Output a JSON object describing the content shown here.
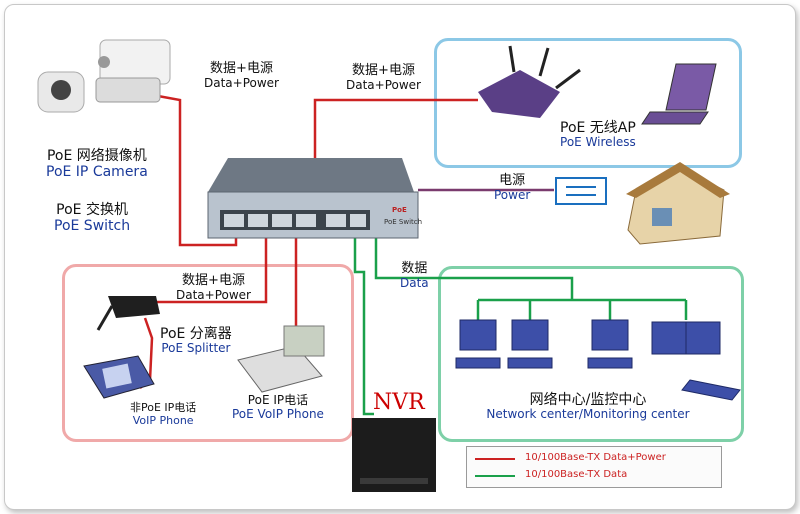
{
  "camera": {
    "cn": "PoE 网络摄像机",
    "en": "PoE IP Camera"
  },
  "switch": {
    "cn": "PoE 交换机",
    "en": "PoE Switch",
    "device_label": "PoE",
    "device_sub": "PoE Switch"
  },
  "link_camera": {
    "cn": "数据+电源",
    "en": "Data+Power"
  },
  "link_ap": {
    "cn": "数据+电源",
    "en": "Data+Power"
  },
  "wireless": {
    "cn": "PoE 无线AP",
    "en": "PoE Wireless"
  },
  "power": {
    "cn": "电源",
    "en": "Power"
  },
  "link_splitter": {
    "cn": "数据+电源",
    "en": "Data+Power"
  },
  "splitter": {
    "cn": "PoE 分离器",
    "en": "PoE  Splitter"
  },
  "phone_nonpoe": {
    "cn": "非PoE IP电话",
    "en": "VoIP Phone"
  },
  "phone_poe": {
    "cn": "PoE IP电话",
    "en": "PoE VoIP Phone"
  },
  "link_data": {
    "cn": "数据",
    "en": "Data"
  },
  "nvr": {
    "label": "NVR"
  },
  "network_center": {
    "cn": "网络中心/监控中心",
    "en": "Network center/Monitoring center"
  },
  "legend": {
    "items": [
      {
        "label": "10/100Base-TX Data+Power",
        "color": "#cc2222"
      },
      {
        "label": "10/100Base-TX Data",
        "color": "#1aa04a"
      }
    ]
  },
  "colors": {
    "data_power": "#cc2222",
    "data": "#1aa04a",
    "power": "#7a3b6e"
  }
}
